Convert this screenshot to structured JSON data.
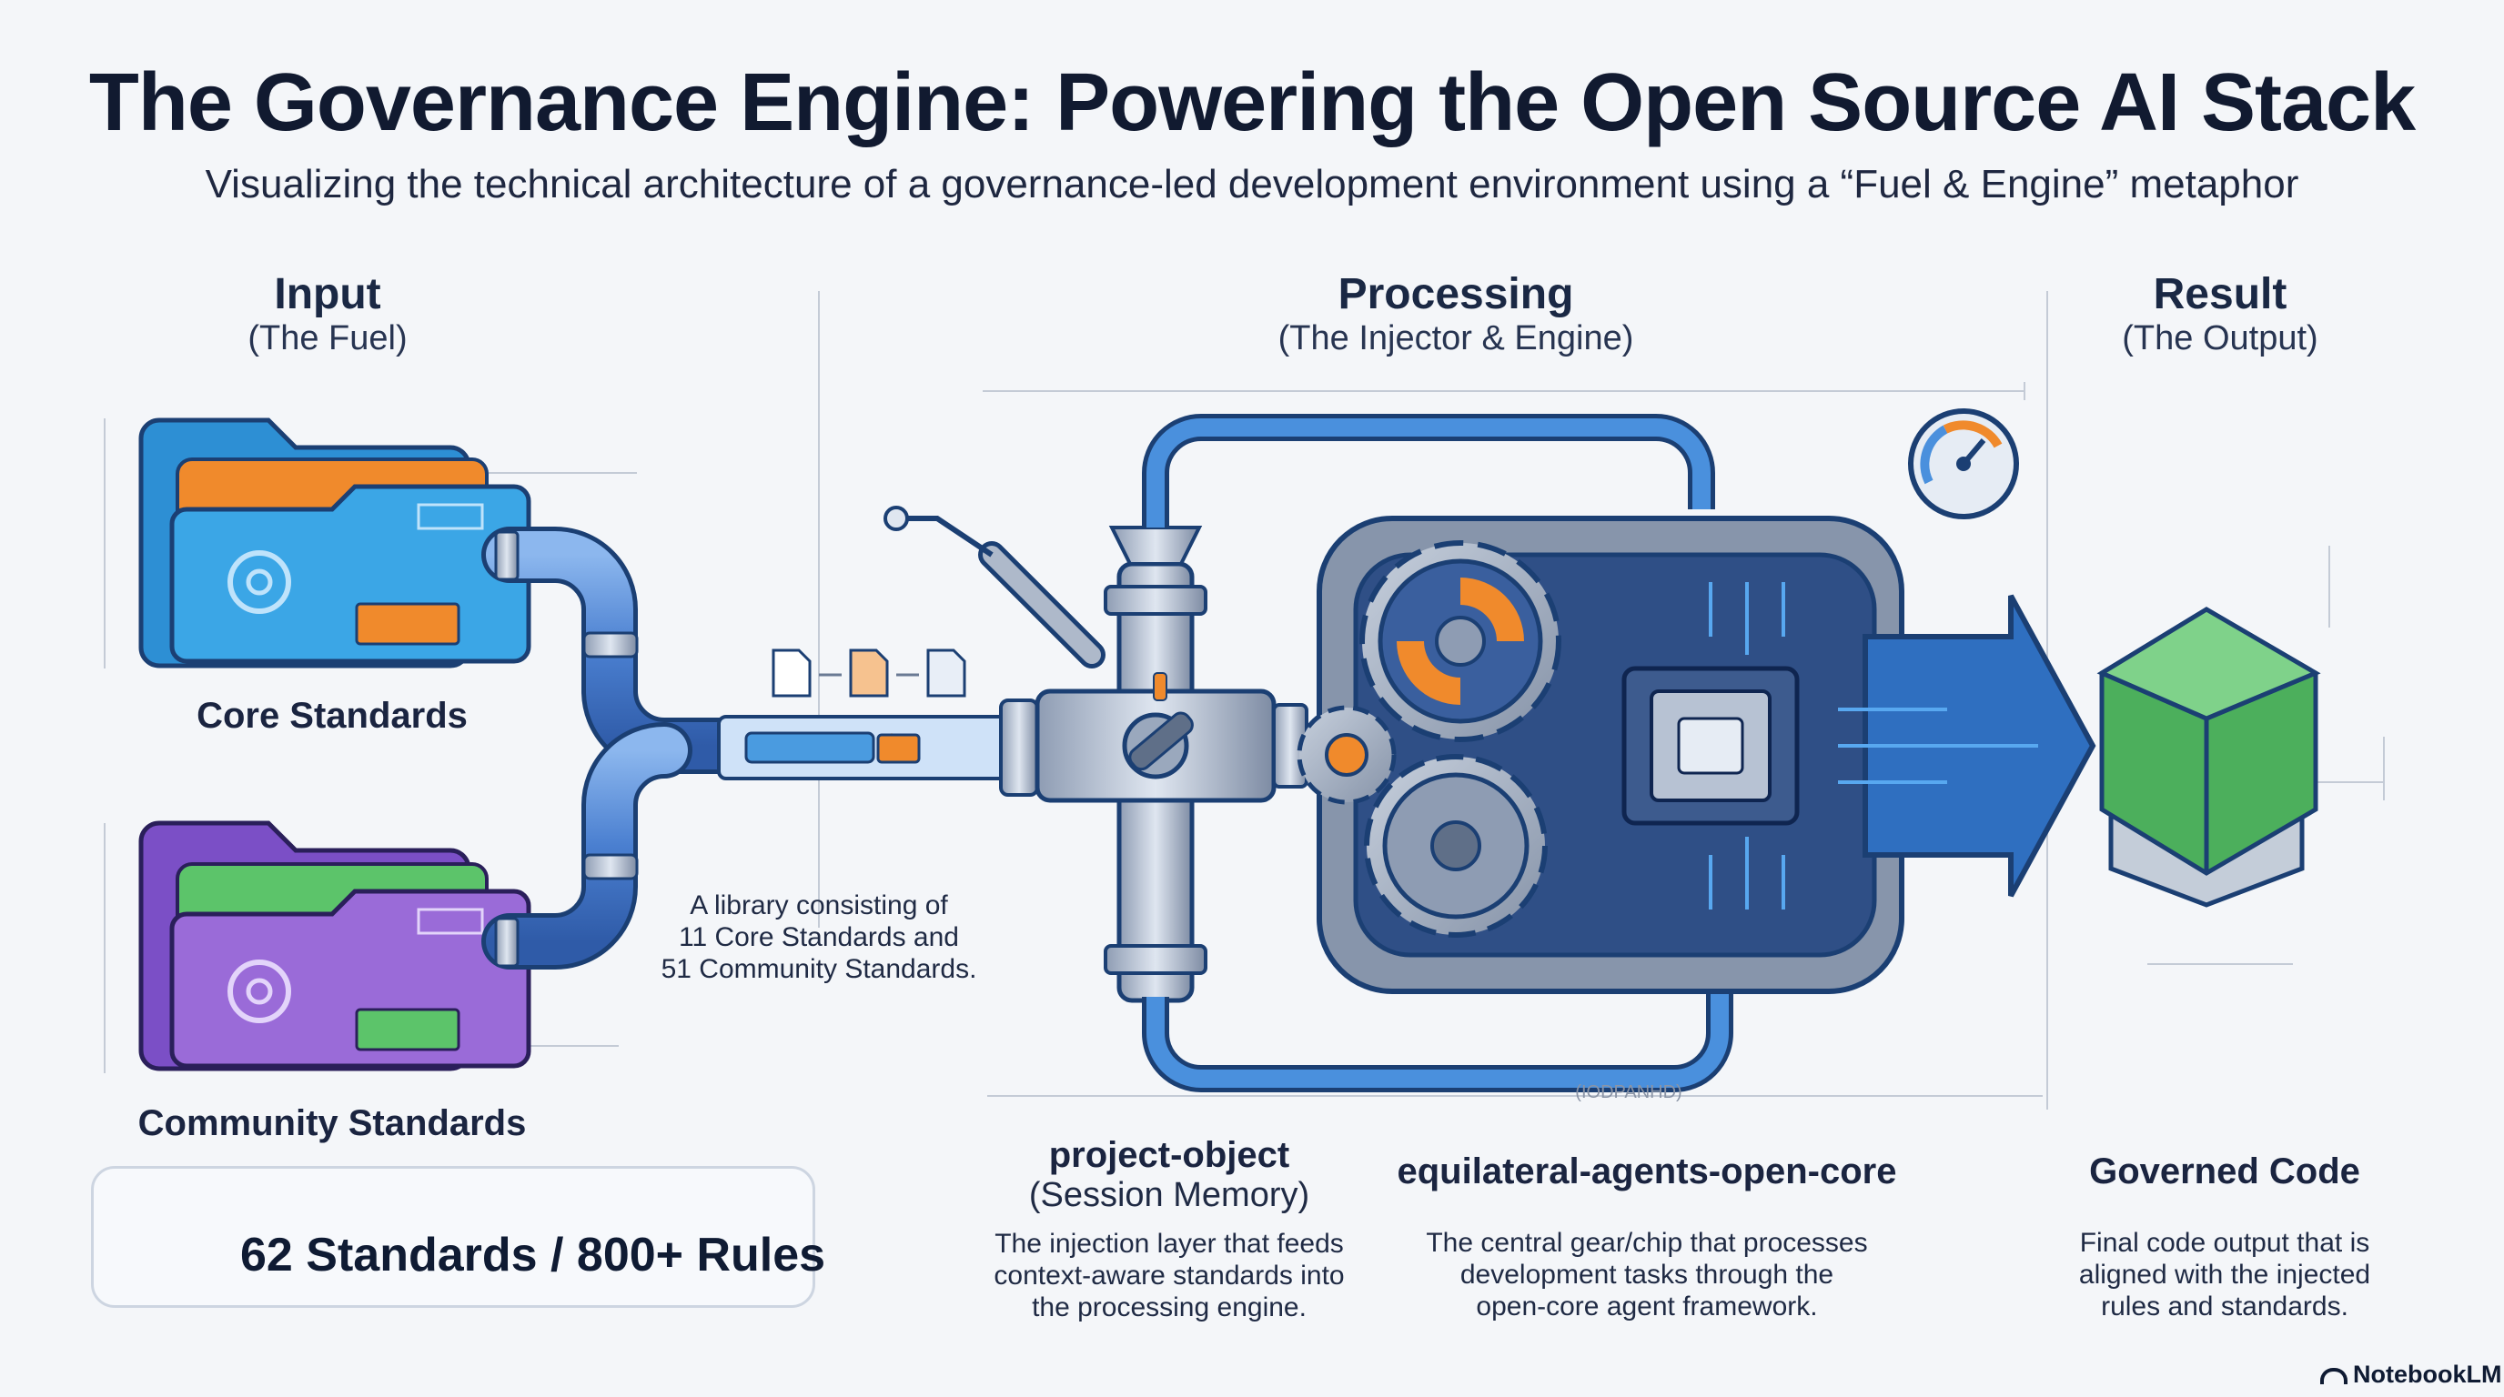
{
  "title": "The Governance Engine: Powering the Open Source AI Stack",
  "subtitle": "Visualizing the technical architecture of a governance-led development environment using a “Fuel & Engine” metaphor",
  "columns": {
    "input": {
      "heading": "Input",
      "subheading": "(The Fuel)"
    },
    "processing": {
      "heading": "Processing",
      "subheading": "(The Injector & Engine)"
    },
    "result": {
      "heading": "Result",
      "subheading": "(The Output)"
    }
  },
  "input": {
    "core_label": "Core Standards",
    "community_label": "Community Standards",
    "library_note": {
      "line1": "A library consisting of",
      "line2": "11 Core Standards and",
      "line3": "51 Community Standards."
    }
  },
  "stats": {
    "text": "62 Standards / 800+ Rules",
    "icon": "fuel-gear-icon"
  },
  "processing": {
    "injector": {
      "name": "project-object",
      "sub": "(Session Memory)",
      "line1": "The injection layer that feeds",
      "line2": "context-aware standards into",
      "line3": "the processing engine."
    },
    "engine": {
      "name": "equilateral-agents-open-core",
      "line1": "The central gear/chip that processes",
      "line2": "development tasks through the",
      "line3": "open-core agent framework."
    },
    "dimension_label": "(IODPANHD)"
  },
  "result": {
    "name": "Governed Code",
    "line1": "Final code output that is",
    "line2": "aligned with the injected",
    "line3": "rules and standards."
  },
  "brand": "NotebookLM",
  "colors": {
    "pipe": "#4a7fd0",
    "core_folder": "#3ba6e6",
    "core_accent": "#f08a2c",
    "community_folder": "#9a6bd8",
    "community_accent": "#5cc46a",
    "engine_body": "#2f4f86",
    "output_box": "#4caf5c"
  }
}
